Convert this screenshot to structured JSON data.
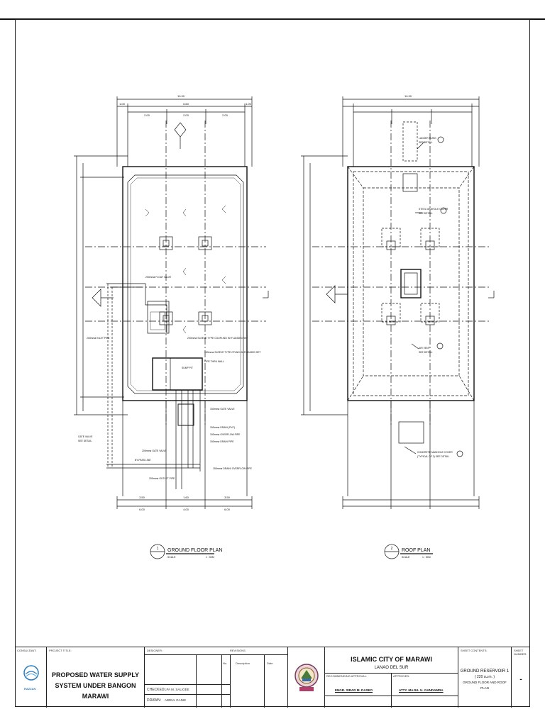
{
  "drawing": {
    "ground_plan": {
      "title": "GROUND FLOOR PLAN",
      "number": "1",
      "scale_label": "SCALE",
      "scale": "1 : 50M",
      "overall_dim": "10.90",
      "top_dims": [
        "1.00",
        "6.60",
        "1.00"
      ],
      "sub_dims": [
        "2.00",
        "2.00",
        "2.00"
      ],
      "bottom_dims": [
        "3.50",
        "1.60",
        "3.50"
      ],
      "bottom_dims2": [
        "6.00",
        "4.00",
        "6.00"
      ],
      "callouts": [
        "200mmø FLOAT VALVE",
        "200mmø INLET PIPE",
        "200mmø SLEEVE TYPE COUPLING W/ FLANGED SET",
        "150mmø SLEEVE TYPE CPLNG W/ FLANGED SET",
        "PIPE THRU WALL",
        "SUMP PIT",
        "150mmø GATE VALVE",
        "150mmø DRAIN (PVC)",
        "150mmø OVERFLOW PIPE",
        "150mmø DRAIN PIPE",
        "200mmø GATE VALVE",
        "BY-PASS LINE",
        "200mmø OUTLET PIPE",
        "150mmø DRAIN/ OVERFLOW PIPE",
        "GATE VALVE",
        "SEE DETAIL"
      ]
    },
    "roof_plan": {
      "title": "ROOF PLAN",
      "number": "2",
      "scale_label": "SCALE",
      "scale": "1 : 50M",
      "overall_dim": "10.90",
      "callouts": [
        "LADDER RUNG",
        "SEE DETAIL",
        "STEEL MANHOLE COVER",
        "SEE DETAIL",
        "AIR VENT",
        "SEE DETAIL",
        "CONCRETE MANHOLE COVER",
        "(TYPICAL OF 2) SEE DETAIL"
      ]
    }
  },
  "title_block": {
    "consultant_label": "CONSULTANT:",
    "consultant_logo": "RAZZAN",
    "project_label": "PROJECT TITLE:",
    "project_title_1": "PROPOSED WATER SUPPLY",
    "project_title_2": "SYSTEM UNDER BANGON MARAWI",
    "designer_label": "DESIGNER:",
    "revisions_label": "REVISIONS",
    "rev_cols": [
      "No.",
      "Description",
      "Date"
    ],
    "checked_label": "CHECKED:",
    "checked_value": "LPA M. SALIGEE",
    "drawn_label": "DRAWN:",
    "drawn_value": "ABDUL GANIE",
    "city": "ISLAMIC CITY OF MARAWI",
    "province": "LANAO DEL SUR",
    "recommending_label": "RECOMMENDING APPROVAL:",
    "approved_label": "APPROVED:",
    "engineer": "ENGR. SIRAD M. DASEO",
    "attorney": "ATTY. MAJUL U. GANDAMRA",
    "sheet_contents_label": "SHEET CONTENTS:",
    "sheet_title_1": "GROUND RESERVOIR 1",
    "sheet_title_2": "( 220 cu.m. )",
    "sheet_title_3": "GROUND FLOOR AND ROOF PLAN",
    "sheet_number_label": "SHEET NUMBER:",
    "sheet_number": "-"
  }
}
